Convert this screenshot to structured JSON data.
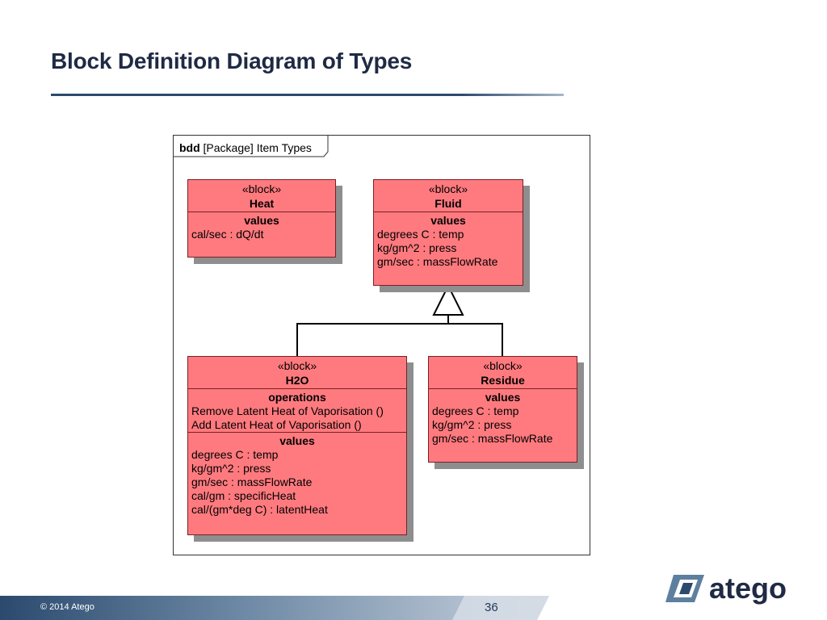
{
  "slide": {
    "title": "Block Definition Diagram of Types",
    "copyright": "© 2014 Atego",
    "page_number": "36",
    "logo_text": "atego"
  },
  "frame": {
    "kind": "bdd",
    "label": "[Package] Item Types"
  },
  "blocks": {
    "heat": {
      "stereotype": "«block»",
      "name": "Heat",
      "values_title": "values",
      "values": [
        "cal/sec : dQ/dt"
      ]
    },
    "fluid": {
      "stereotype": "«block»",
      "name": "Fluid",
      "values_title": "values",
      "values": [
        "degrees C : temp",
        "kg/gm^2 : press",
        "gm/sec : massFlowRate"
      ]
    },
    "h2o": {
      "stereotype": "«block»",
      "name": "H2O",
      "operations_title": "operations",
      "operations": [
        "Remove Latent Heat of Vaporisation ()",
        "Add Latent Heat of Vaporisation ()"
      ],
      "values_title": "values",
      "values": [
        "degrees C : temp",
        "kg/gm^2 : press",
        "gm/sec : massFlowRate",
        "cal/gm : specificHeat",
        "cal/(gm*deg C) : latentHeat"
      ]
    },
    "residue": {
      "stereotype": "«block»",
      "name": "Residue",
      "values_title": "values",
      "values": [
        "degrees C : temp",
        "kg/gm^2 : press",
        "gm/sec : massFlowRate"
      ]
    }
  },
  "colors": {
    "block_fill": "#ff7a7f",
    "block_border": "#7a1f24",
    "title": "#1f2a44",
    "footer": "#2b4a6e"
  }
}
